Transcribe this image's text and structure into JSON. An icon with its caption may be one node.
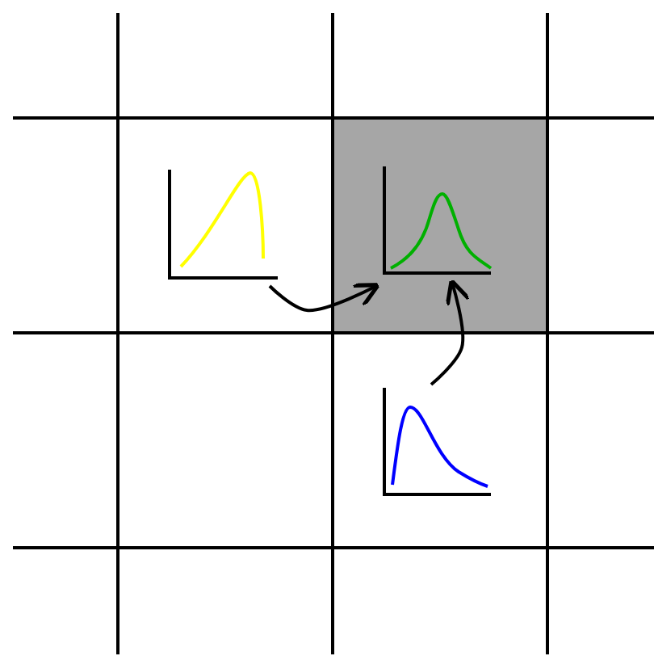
{
  "diagram": {
    "nodes": [
      {
        "text": [],
        "shape": "picture"
      },
      {
        "text": [],
        "shape": "picture"
      },
      {
        "text": [],
        "shape": "picture"
      }
    ],
    "edges": [
      {
        "from": 0,
        "to": 1,
        "arrow": "to"
      },
      {
        "from": 2,
        "to": 1,
        "arrow": "to"
      }
    ]
  }
}
